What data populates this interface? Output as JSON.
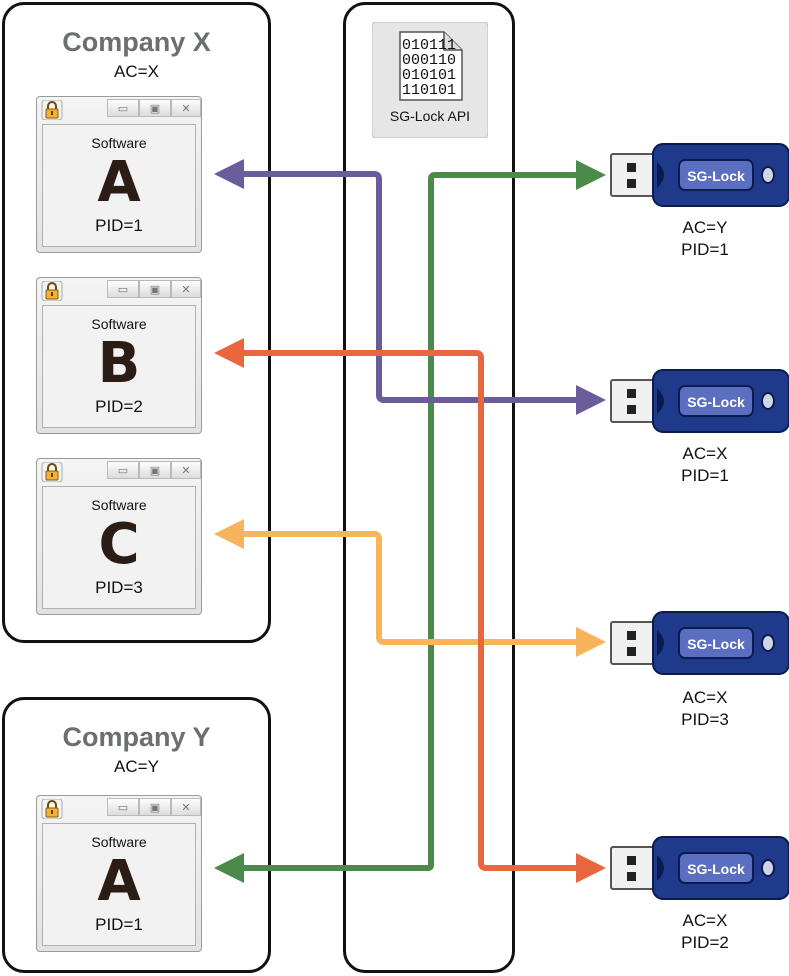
{
  "company_x": {
    "title": "Company X",
    "ac": "AC=X",
    "windows": [
      {
        "software": "Software",
        "letter": "A",
        "pid": "PID=1"
      },
      {
        "software": "Software",
        "letter": "B",
        "pid": "PID=2"
      },
      {
        "software": "Software",
        "letter": "C",
        "pid": "PID=3"
      }
    ]
  },
  "company_y": {
    "title": "Company Y",
    "ac": "AC=Y",
    "windows": [
      {
        "software": "Software",
        "letter": "A",
        "pid": "PID=1"
      }
    ]
  },
  "api": {
    "label": "SG-Lock API",
    "binary_lines": [
      "010111",
      "000110",
      "010101",
      "110101"
    ]
  },
  "dongles": [
    {
      "brand": "SG-Lock",
      "ac": "AC=Y",
      "pid": "PID=1"
    },
    {
      "brand": "SG-Lock",
      "ac": "AC=X",
      "pid": "PID=1"
    },
    {
      "brand": "SG-Lock",
      "ac": "AC=X",
      "pid": "PID=3"
    },
    {
      "brand": "SG-Lock",
      "ac": "AC=X",
      "pid": "PID=2"
    }
  ],
  "colors": {
    "purple": "#6a5b9a",
    "orange_red": "#e8673f",
    "light_orange": "#f7b45a",
    "green": "#4c8a4a",
    "dongle_blue": "#1f3a8a"
  }
}
